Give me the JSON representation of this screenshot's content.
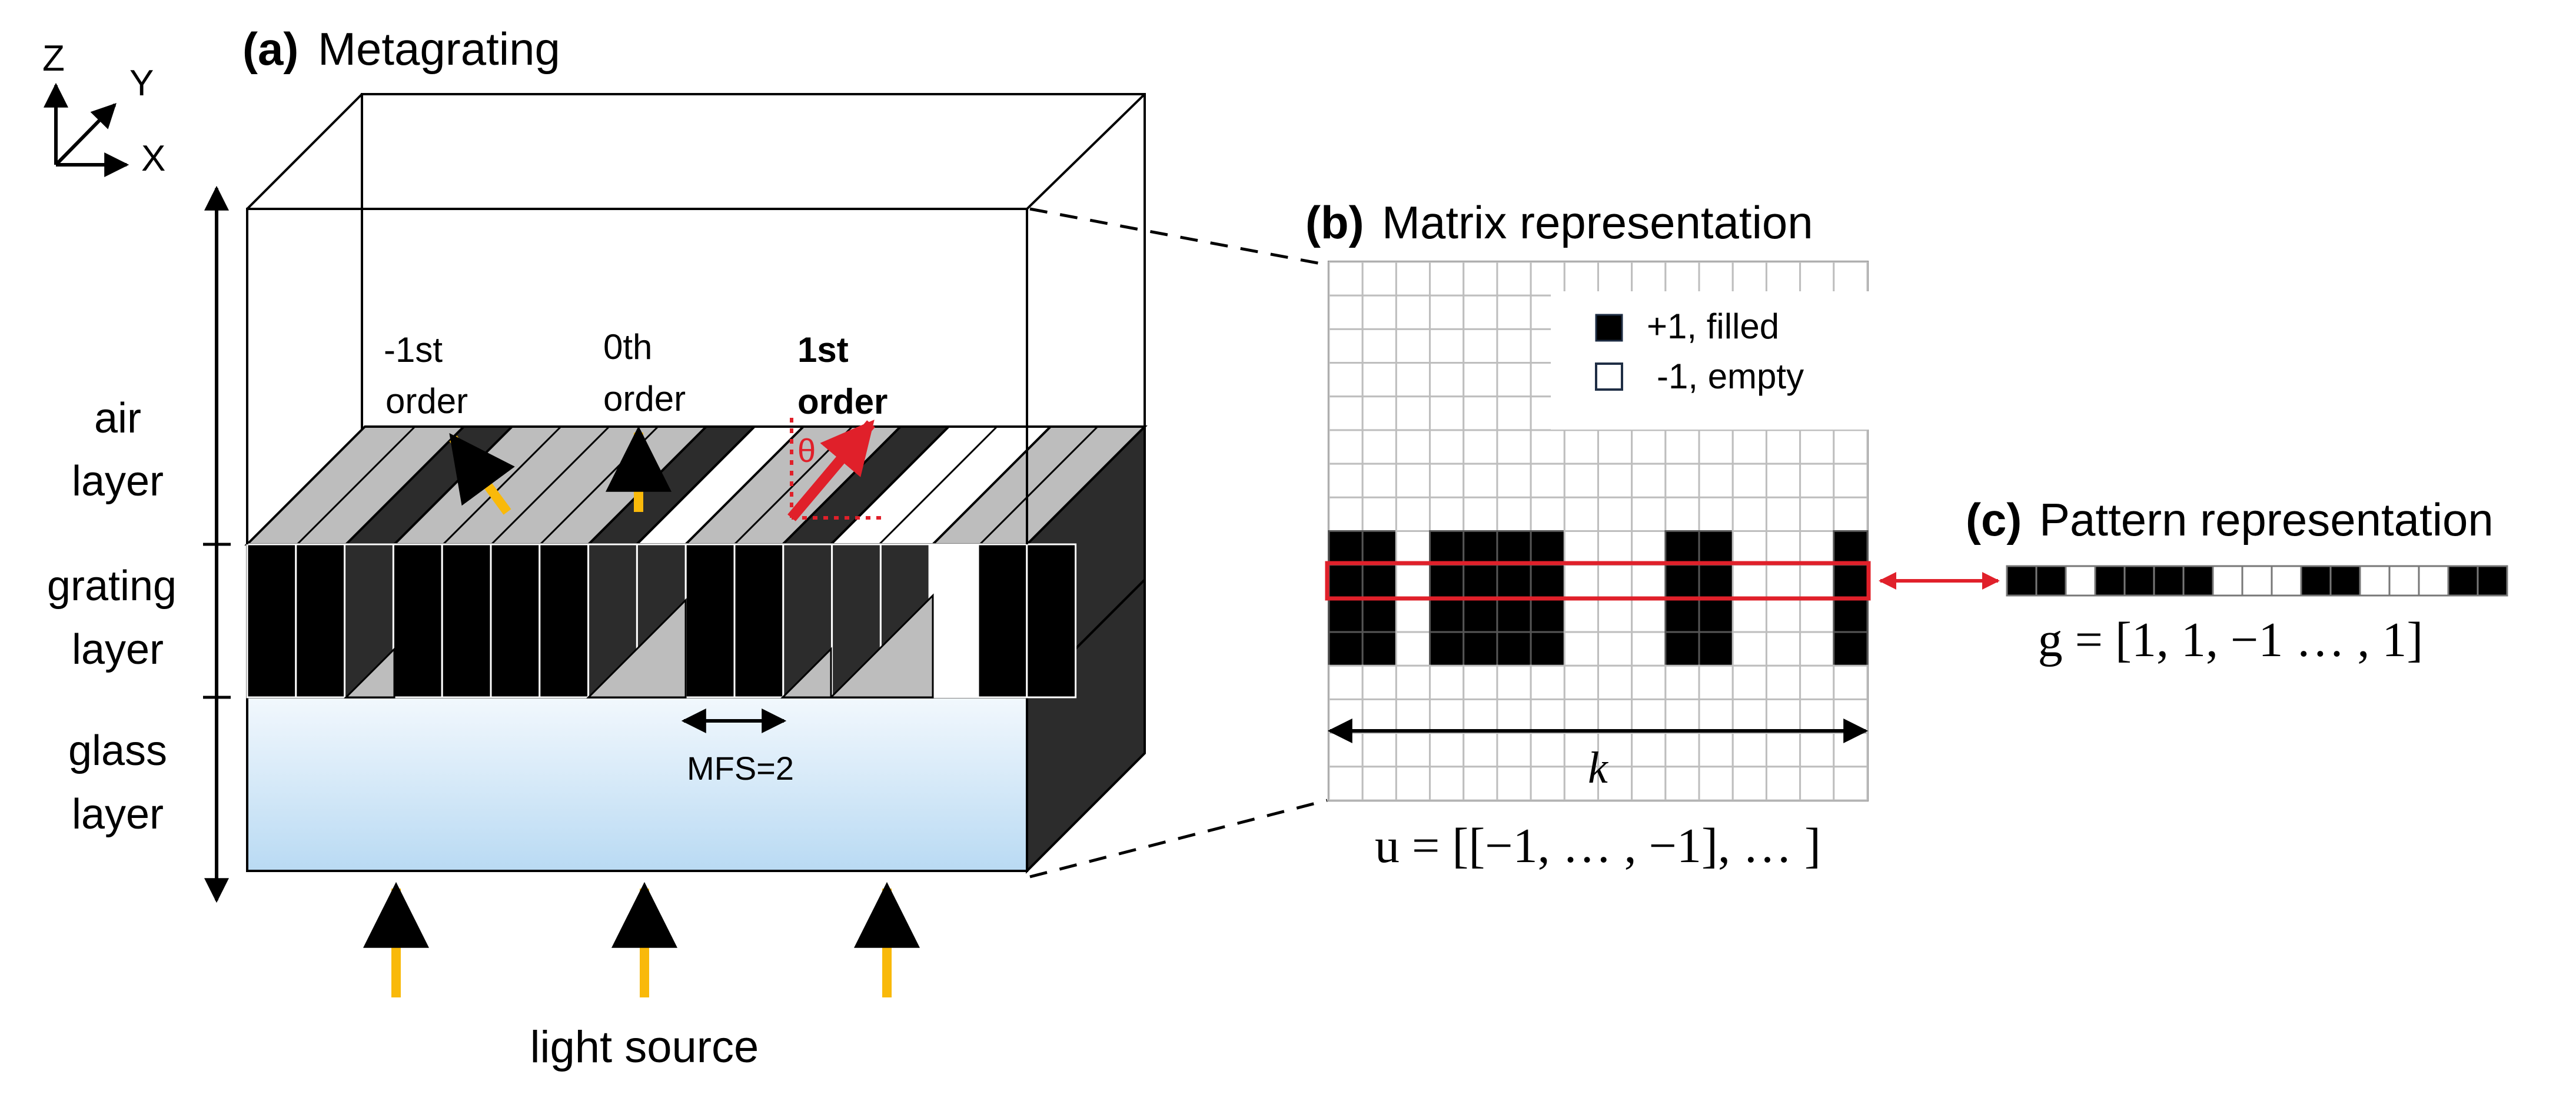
{
  "panels": {
    "a": {
      "letter": "(a)",
      "title": "Metagrating"
    },
    "b": {
      "letter": "(b)",
      "title": "Matrix representation"
    },
    "c": {
      "letter": "(c)",
      "title": "Pattern representation"
    }
  },
  "axes": {
    "z": "Z",
    "y": "Y",
    "x": "X"
  },
  "layers": {
    "air": [
      "air",
      "layer"
    ],
    "grating": [
      "grating",
      "layer"
    ],
    "glass": [
      "glass",
      "layer"
    ]
  },
  "orders": {
    "minus_first": [
      "-1st",
      "order"
    ],
    "zeroth": [
      "0th",
      "order"
    ],
    "first": [
      "1st",
      "order"
    ]
  },
  "theta": "θ",
  "mfs": "MFS=2",
  "light_source": "light source",
  "legend": {
    "filled": "+1, filled",
    "empty": "-1, empty"
  },
  "k_label": "k",
  "u_formula": "u = [[−1, … , −1], … ]",
  "g_formula": "g = [1, 1, −1 … , 1]",
  "matrix": {
    "columns": 16,
    "rows": 16,
    "filled_rows": [
      8,
      9,
      10,
      11
    ],
    "highlight_row": 9
  },
  "pattern": [
    1,
    1,
    -1,
    1,
    1,
    1,
    1,
    -1,
    -1,
    -1,
    1,
    1,
    -1,
    -1,
    -1,
    1,
    1
  ],
  "colors": {
    "arrow_yellow": "#F9B90A",
    "arrow_red": "#E0202A",
    "glass_top": "#F2F8FD",
    "glass_bottom": "#B9DAF3",
    "grid_line": "#BEBEBE",
    "dark_face": "#2C2C2C",
    "mid_face": "#BDBDBD",
    "black": "#000000"
  }
}
